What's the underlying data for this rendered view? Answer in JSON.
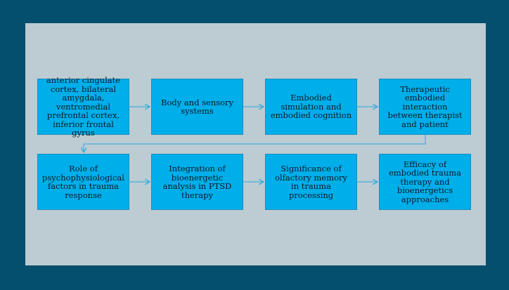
{
  "diagram": {
    "colors": {
      "frame": "#044e6e",
      "panel": "#bdcbd3",
      "box": "#00aeea",
      "arrow": "#29a9dc"
    },
    "row1": [
      "anterior cingulate cortex, bilateral amygdala, ventromedial prefrontal cortex, inferior frontal gyrus",
      "Body and sensory systems",
      "Embodied simulation and embodied cognition",
      "Therapeutic embodied interaction between therapist and patient"
    ],
    "row2": [
      "Role of psychophysiological factors in trauma response",
      "Integration of bioenergetic analysis in PTSD therapy",
      "Significance of olfactory memory in trauma processing",
      "Efficacy of embodied trauma therapy and bioenergetics approaches"
    ]
  }
}
